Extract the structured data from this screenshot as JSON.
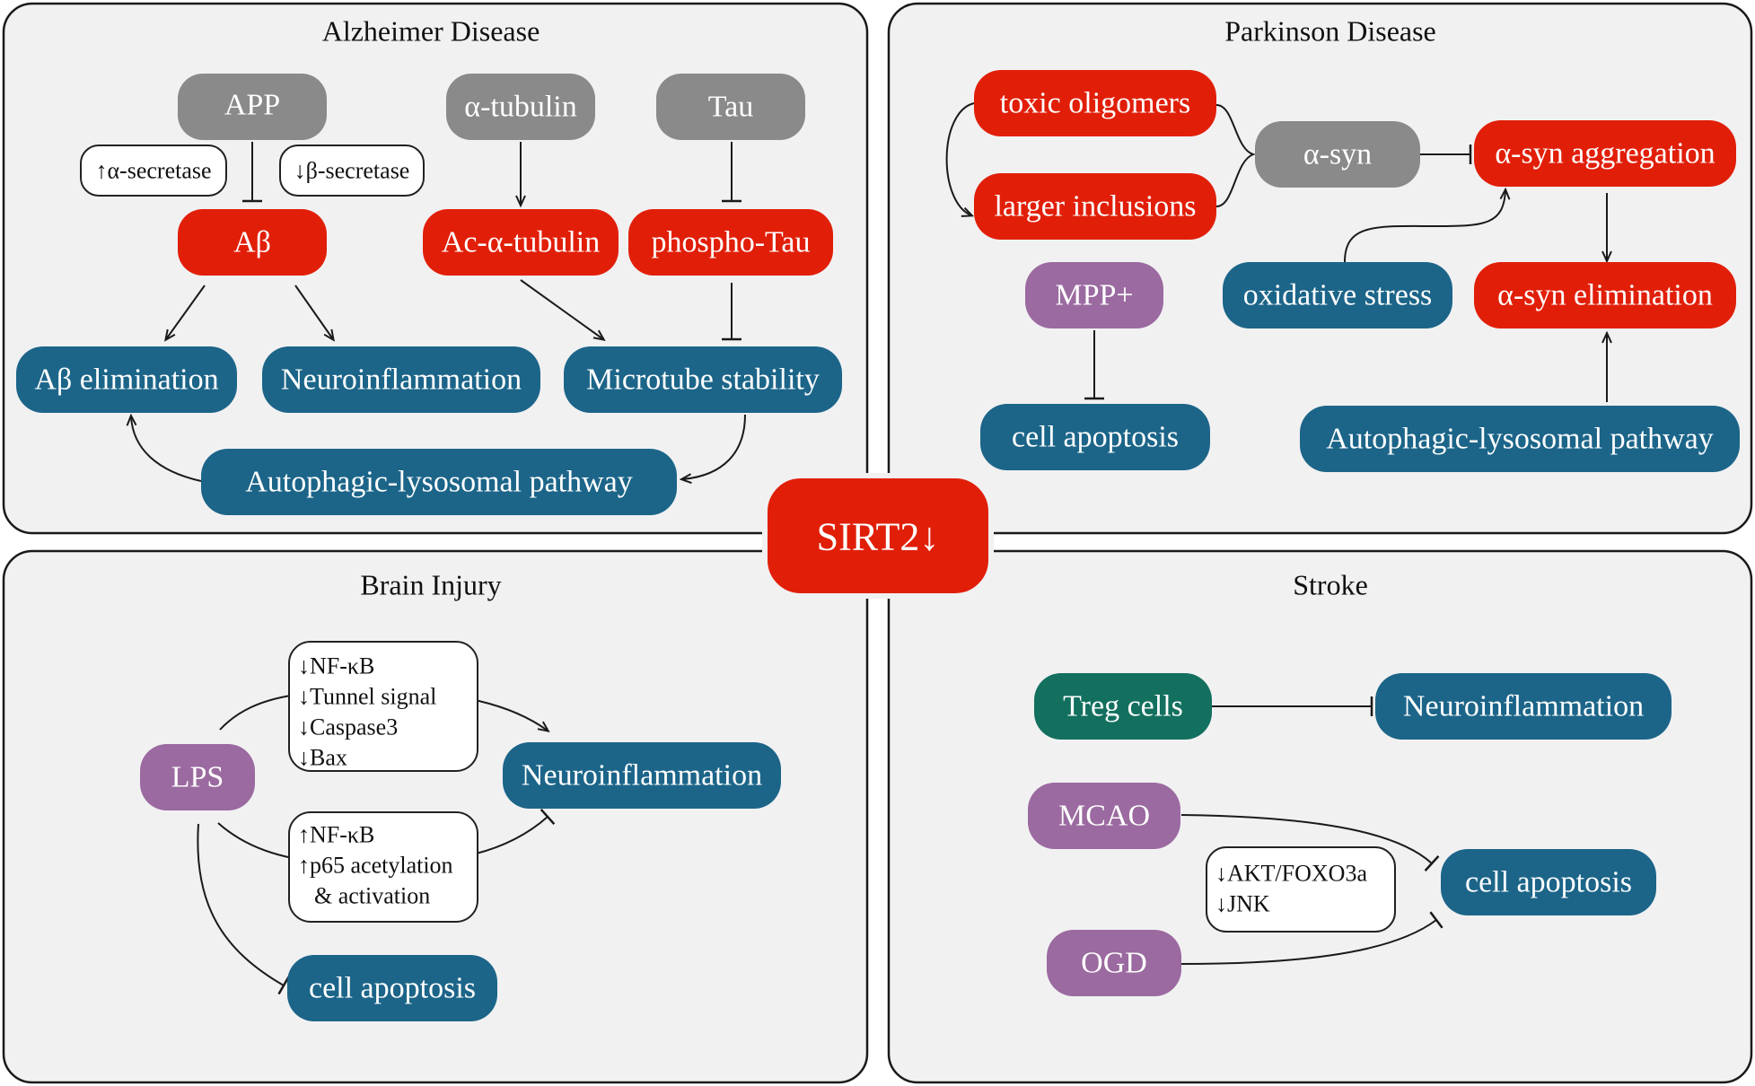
{
  "colors": {
    "gray": "#8a8a8a",
    "red": "#e11f09",
    "teal": "#1c6589",
    "purple": "#9b6aa0",
    "green": "#13705f",
    "panel_bg": "#f1f1f2"
  },
  "center": {
    "label": "SIRT2↓"
  },
  "panels": {
    "alzheimer": {
      "title": "Alzheimer Disease",
      "app": "APP",
      "tubulin": "α-tubulin",
      "tau": "Tau",
      "abeta": "Aβ",
      "ac_tubulin": "Ac-α-tubulin",
      "phospho_tau": "phospho-Tau",
      "abeta_elim": "Aβ elimination",
      "neuroinflammation": "Neuroinflammation",
      "microtube": "Microtube stability",
      "autophagic": "Autophagic-lysosomal pathway",
      "alpha_secretase": "↑α-secretase",
      "beta_secretase": "↓β-secretase"
    },
    "parkinson": {
      "title": "Parkinson Disease",
      "toxic": "toxic oligomers",
      "larger": "larger inclusions",
      "asyn": "α-syn",
      "aggregation": "α-syn aggregation",
      "mpp": "MPP+",
      "oxidative": "oxidative stress",
      "elimination": "α-syn elimination",
      "apoptosis": "cell apoptosis",
      "autophagic": "Autophagic-lysosomal pathway"
    },
    "brain_injury": {
      "title": "Brain Injury",
      "lps": "LPS",
      "neuroinflammation": "Neuroinflammation",
      "apoptosis": "cell apoptosis",
      "note1": [
        "↓NF-κB",
        "↓Tunnel signal",
        "↓Caspase3",
        "↓Bax"
      ],
      "note2": [
        "↑NF-κB",
        "↑p65 acetylation",
        "& activation"
      ]
    },
    "stroke": {
      "title": "Stroke",
      "treg": "Treg cells",
      "neuroinflammation": "Neuroinflammation",
      "mcao": "MCAO",
      "ogd": "OGD",
      "apoptosis": "cell apoptosis",
      "note": [
        "↓AKT/FOXO3a",
        "↓JNK"
      ]
    }
  }
}
